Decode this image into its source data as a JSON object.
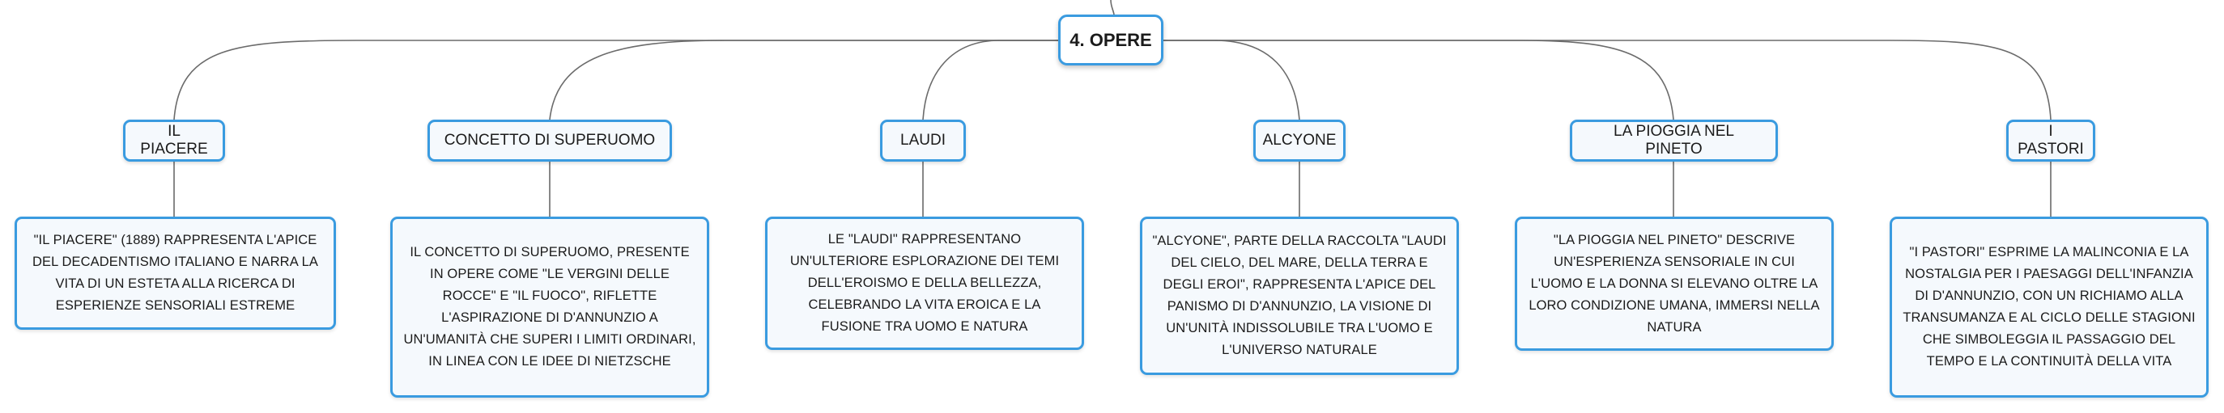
{
  "map": {
    "root": {
      "label": "4. OPERE"
    },
    "branches": [
      {
        "title": "IL PIACERE",
        "text": "\"IL PIACERE\" (1889) RAPPRESENTA L'APICE DEL DECADENTISMO ITALIANO E NARRA LA VITA DI UN ESTETA ALLA RICERCA DI ESPERIENZE SENSORIALI ESTREME"
      },
      {
        "title": "CONCETTO DI SUPERUOMO",
        "text": "IL CONCETTO DI SUPERUOMO, PRESENTE IN OPERE COME \"LE VERGINI DELLE ROCCE\" E \"IL FUOCO\", RIFLETTE L'ASPIRAZIONE DI D'ANNUNZIO A UN'UMANITÀ CHE SUPERI I LIMITI ORDINARI, IN LINEA CON LE IDEE DI NIETZSCHE"
      },
      {
        "title": "LAUDI",
        "text": "LE \"LAUDI\" RAPPRESENTANO UN'ULTERIORE ESPLORAZIONE DEI TEMI DELL'EROISMO E DELLA BELLEZZA, CELEBRANDO LA VITA EROICA E LA FUSIONE TRA UOMO E NATURA"
      },
      {
        "title": "ALCYONE",
        "text": "\"ALCYONE\", PARTE DELLA RACCOLTA \"LAUDI DEL CIELO, DEL MARE, DELLA TERRA E DEGLI EROI\", RAPPRESENTA L'APICE DEL PANISMO DI D'ANNUNZIO, LA VISIONE DI UN'UNITÀ INDISSOLUBILE TRA L'UOMO E L'UNIVERSO NATURALE"
      },
      {
        "title": "LA PIOGGIA NEL PINETO",
        "text": "\"LA PIOGGIA NEL PINETO\" DESCRIVE UN'ESPERIENZA SENSORIALE IN CUI L'UOMO E LA DONNA SI ELEVANO OLTRE LA LORO CONDIZIONE UMANA, IMMERSI NELLA NATURA"
      },
      {
        "title": "I PASTORI",
        "text": "\"I PASTORI\" ESPRIME LA MALINCONIA E LA NOSTALGIA PER I PAESAGGI DELL'INFANZIA DI D'ANNUNZIO, CON UN RICHIAMO ALLA TRANSUMANZA E AL CICLO DELLE STAGIONI CHE SIMBOLEGGIA IL PASSAGGIO DEL TEMPO E LA CONTINUITÀ DELLA VITA"
      }
    ]
  },
  "colors": {
    "node_border": "#3a9be0",
    "node_fill": "#f5f9fd",
    "connector": "#6b6b6b",
    "text": "#1b1b1b"
  }
}
